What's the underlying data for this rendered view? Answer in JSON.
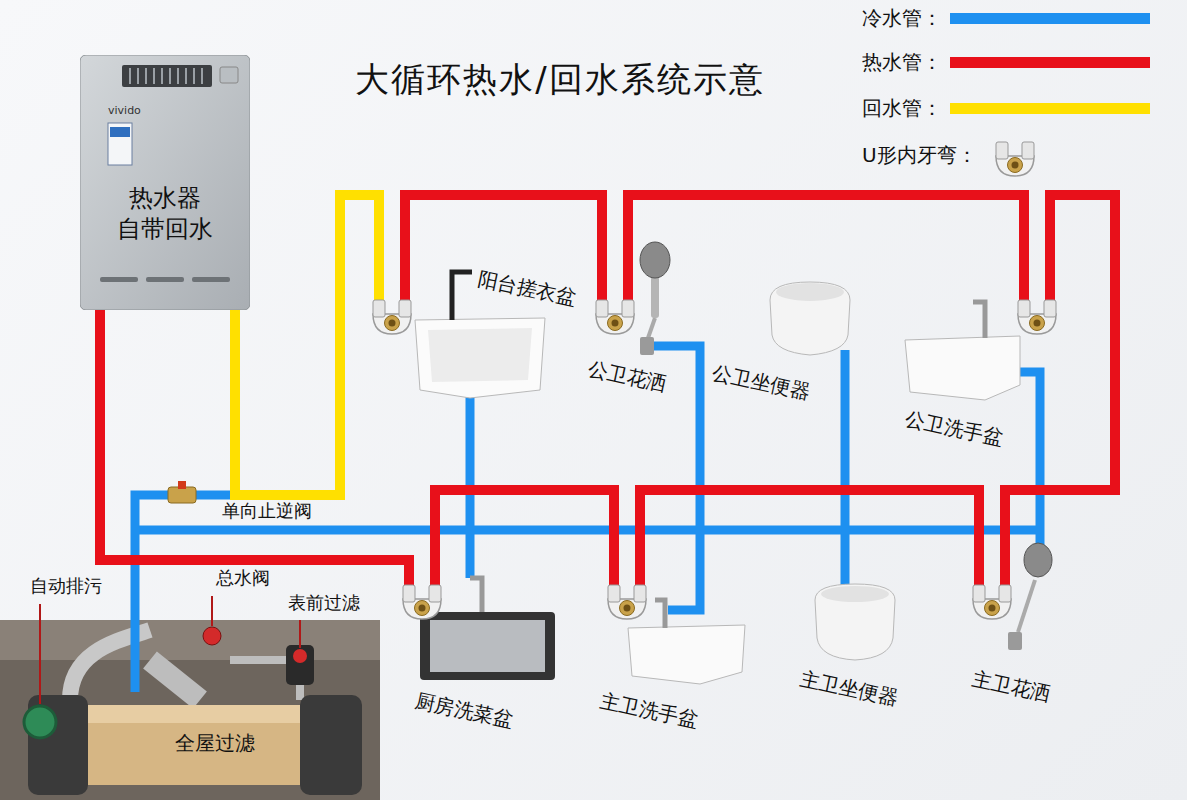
{
  "diagram": {
    "title": "大循环热水/回水系统示意",
    "nodes": [
      {
        "text": [
          "vivido",
          "热水器 自带回水"
        ]
      }
    ],
    "labels": [
      "阳台搓衣盆",
      "公卫花洒",
      "公卫坐便器",
      "公卫洗手盆",
      "单向止逆阀",
      "厨房洗菜盆",
      "主卫洗手盆",
      "主卫坐便器",
      "主卫花洒",
      "自动排污",
      "总水阀",
      "表前过滤",
      "全屋过滤"
    ],
    "legend": [
      {
        "text": "冷水管：",
        "color": "#1E90F0"
      },
      {
        "text": "热水管：",
        "color": "#E8101A"
      },
      {
        "text": "回水管：",
        "color": "#FFE000"
      },
      {
        "text": "U形内牙弯："
      }
    ]
  }
}
